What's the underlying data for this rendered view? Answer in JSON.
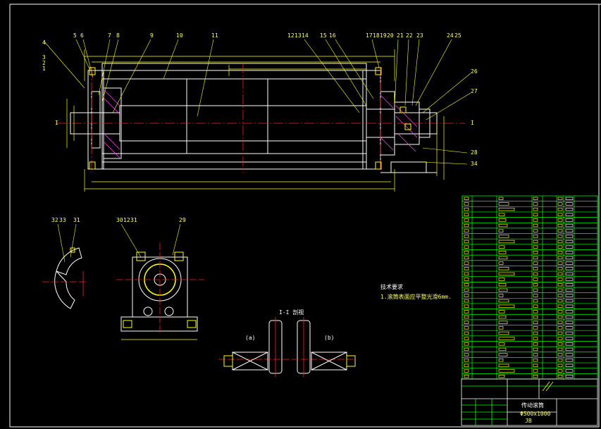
{
  "balloons_top": [
    "5",
    "6",
    "7",
    "8",
    "9",
    "10",
    "11",
    "12",
    "13",
    "14",
    "15",
    "16",
    "17",
    "18",
    "19",
    "20",
    "21",
    "22",
    "23",
    "24",
    "25"
  ],
  "balloons_left": [
    "4",
    "3",
    "2",
    "1"
  ],
  "balloons_right": [
    "26",
    "27",
    "28",
    "34"
  ],
  "balloons_lower": [
    "32",
    "33",
    "31",
    "30",
    "12",
    "31",
    "29"
  ],
  "section_mark_left": "I",
  "section_mark_right": "I",
  "section_view_title": "I-I 剖视",
  "view_label_left": "(a)",
  "view_label_right": "(b)",
  "tech_req_title": "技术要求",
  "tech_req_line": "1.滚筒表面应平整光滑6mm.",
  "title_block_name": "传动滚筒",
  "title_block_size": "Φ500x1000",
  "title_block_no": "JB",
  "colors": {
    "background": "#000000",
    "outline": "#ffffff",
    "dimension": "#ffff00",
    "centerline": "#ff2020",
    "hatch": "#ff40ff",
    "table": "#00ff00"
  }
}
